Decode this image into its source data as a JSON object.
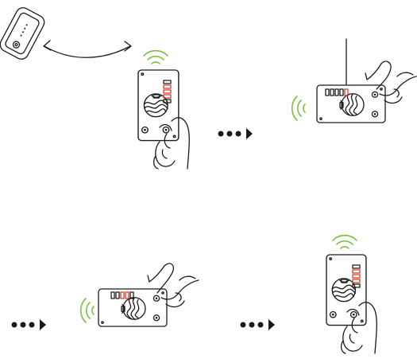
{
  "colors": {
    "line": "#1a1a1a",
    "wave": "#7dc142",
    "led_on": "#d93a2b",
    "paper": "#ffffff"
  },
  "icons": {
    "phone": "smartphone-icon",
    "sync": "double-arrow-icon",
    "signal": "wireless-signal-icon",
    "next": "next-step-arrow-icon",
    "hand": "hand-pressing-button-icon"
  },
  "steps": [
    {
      "id": 1,
      "orientation": "vertical",
      "leds": [
        "off",
        "on",
        "on",
        "on",
        "off"
      ],
      "signal": "top"
    },
    {
      "id": 2,
      "orientation": "horizontal",
      "leds": [
        "off",
        "off",
        "off",
        "off",
        "on"
      ],
      "signal": "left",
      "indicator_line": true
    },
    {
      "id": 3,
      "orientation": "horizontal",
      "leds": [
        "off",
        "off",
        "on",
        "on",
        "off"
      ],
      "signal": "left"
    },
    {
      "id": 4,
      "orientation": "vertical",
      "leds": [
        "off",
        "on",
        "on",
        "on",
        "off"
      ],
      "signal": "top"
    }
  ]
}
